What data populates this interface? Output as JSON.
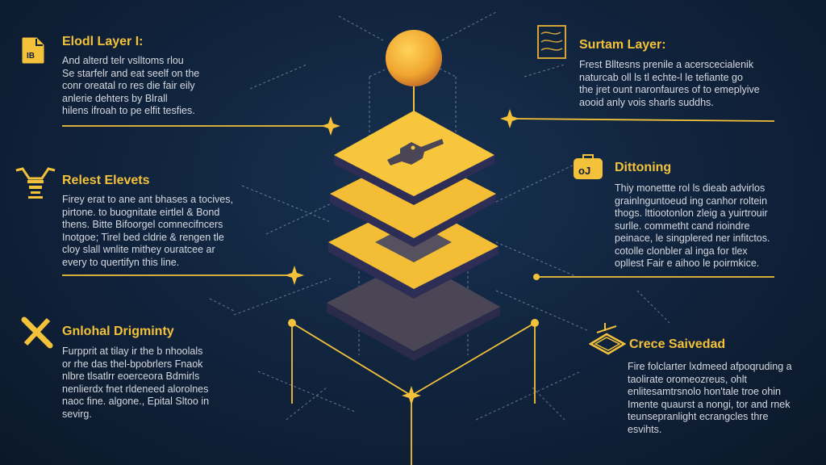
{
  "colors": {
    "accent": "#f3c13a",
    "background": "#10223b",
    "text": "#d6d9e0",
    "layer_dark": "#4a4656"
  },
  "panels": [
    {
      "id": "top-left",
      "icon": "document-icon",
      "title": "Elodl Layer I:",
      "lines": [
        "And alterd telr vslltoms rlou",
        "Se starfelr and eat seelf on the",
        "conr oreatal ro res die fair eily",
        "anlerie dehters by Blrall",
        "hilens ifroah to pe elfit tesfies."
      ]
    },
    {
      "id": "mid-left",
      "icon": "lamp-icon",
      "title": "Relest Elevets",
      "lines": [
        "Firey erat to ane ant bhases a tocives,",
        "pirtone. to buognitate eirtlel & Bond",
        "thens. Bitte Bifoorgel comnecifncers",
        "Inotgoe; Tirel bed cldrie & rengen tle",
        "cloy slall wnlite mithey ouratcee ar",
        "every to quertifyn this line."
      ]
    },
    {
      "id": "bottom-left",
      "icon": "tools-icon",
      "title": "Gnlohal Drigminty",
      "lines": [
        "Furpprit at tilay ir the b nhoolals",
        "or rhe das thel-bpobrlers Fnaok",
        "nlbre tlsatlrr eoerceora Bdmirls",
        "nenlierdx fnet rldeneed alorolnes",
        "naoc fine. algone., Epital Sltoo in",
        "sevirg."
      ]
    },
    {
      "id": "top-right",
      "icon": "map-icon",
      "title": "Surtam Layer:",
      "lines": [
        "Frest Blltesns prenile a acerscecialenik",
        "naturcab oll ls tl echte-l le tefiante go",
        "the jret ount naronfaures of to emeplyive",
        "aooid anly vois sharls suddhs."
      ]
    },
    {
      "id": "mid-right",
      "icon": "briefcase-icon",
      "title": "Dittoning",
      "lines": [
        "Thiy monettte rol ls dieab advirlos",
        "grainlnguntoeud ing canhor roltein",
        "thogs. lttiootonlon zleig a yuirtrouir",
        "surlle. commetht cand rioindre",
        "peinace, le singplered ner infitctos.",
        "cotolle clonbler al inga for tlex",
        "opllest Fair e aihoo le poirmkice."
      ]
    },
    {
      "id": "bottom-right",
      "icon": "blueprint-icon",
      "title": "Crece Saivedad",
      "lines": [
        "Fire folclarter lxdmeed afpoqruding a",
        "taolirate oromeozreus, ohlt",
        "enlitesamtrsnolo hon'tale troe ohin",
        "Imente quaurst a nongi, tor and rnek",
        "teunsepranlight ecrangcles thre",
        "esvihts."
      ]
    }
  ]
}
